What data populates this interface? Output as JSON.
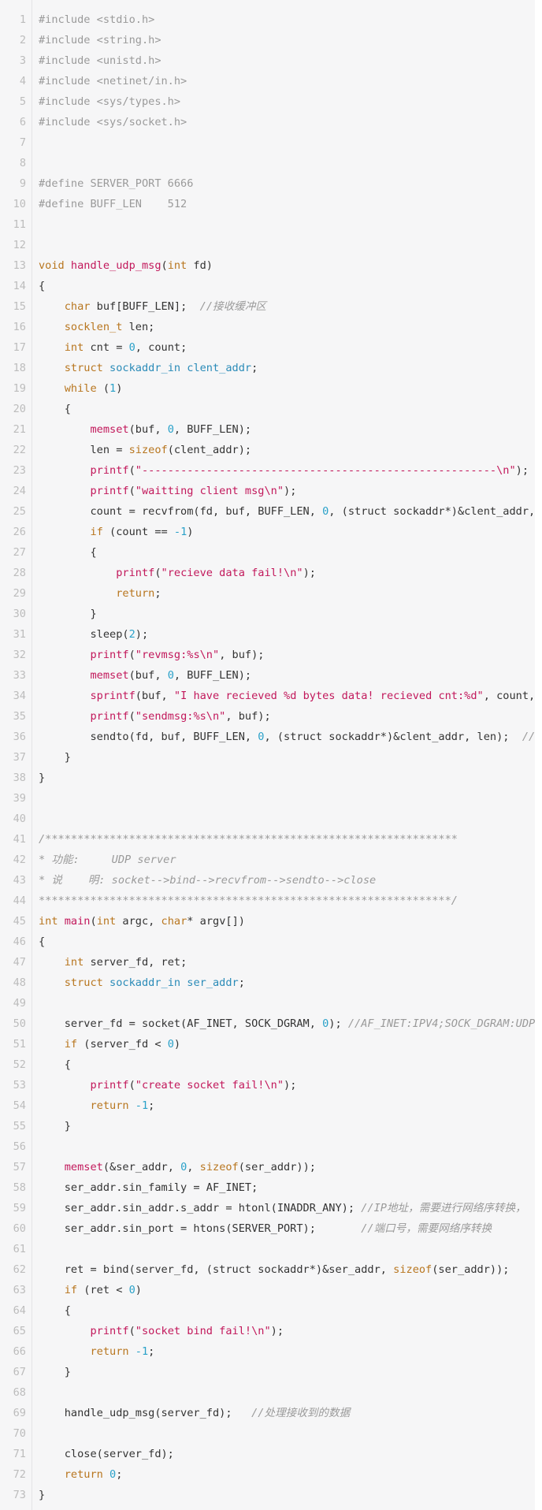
{
  "code_lines": [
    [
      [
        "pp",
        "#include <stdio.h>"
      ]
    ],
    [
      [
        "pp",
        "#include <string.h>"
      ]
    ],
    [
      [
        "pp",
        "#include <unistd.h>"
      ]
    ],
    [
      [
        "pp",
        "#include <netinet/in.h>"
      ]
    ],
    [
      [
        "pp",
        "#include <sys/types.h>"
      ]
    ],
    [
      [
        "pp",
        "#include <sys/socket.h>"
      ]
    ],
    [],
    [],
    [
      [
        "pp",
        "#define SERVER_PORT 6666"
      ]
    ],
    [
      [
        "pp",
        "#define BUFF_LEN    512"
      ]
    ],
    [],
    [],
    [
      [
        "kw",
        "void "
      ],
      [
        "fn",
        "handle_udp_msg"
      ],
      [
        "pl",
        "("
      ],
      [
        "kw",
        "int"
      ],
      [
        "pl",
        " fd)"
      ]
    ],
    [
      [
        "pl",
        "{"
      ]
    ],
    [
      [
        "pl",
        "    "
      ],
      [
        "kw",
        "char"
      ],
      [
        "pl",
        " buf[BUFF_LEN];  "
      ],
      [
        "cm",
        "//接收缓冲区"
      ]
    ],
    [
      [
        "pl",
        "    "
      ],
      [
        "kw",
        "socklen_t"
      ],
      [
        "pl",
        " len;"
      ]
    ],
    [
      [
        "pl",
        "    "
      ],
      [
        "kw",
        "int"
      ],
      [
        "pl",
        " cnt = "
      ],
      [
        "num",
        "0"
      ],
      [
        "pl",
        ", count;"
      ]
    ],
    [
      [
        "pl",
        "    "
      ],
      [
        "kw",
        "struct "
      ],
      [
        "type",
        "sockaddr_in clent_addr"
      ],
      [
        "pl",
        ";"
      ]
    ],
    [
      [
        "pl",
        "    "
      ],
      [
        "kw",
        "while"
      ],
      [
        "pl",
        " ("
      ],
      [
        "num",
        "1"
      ],
      [
        "pl",
        ")"
      ]
    ],
    [
      [
        "pl",
        "    {"
      ]
    ],
    [
      [
        "pl",
        "        "
      ],
      [
        "fn",
        "memset"
      ],
      [
        "pl",
        "(buf, "
      ],
      [
        "num",
        "0"
      ],
      [
        "pl",
        ", BUFF_LEN);"
      ]
    ],
    [
      [
        "pl",
        "        len = "
      ],
      [
        "kw",
        "sizeof"
      ],
      [
        "pl",
        "(clent_addr);"
      ]
    ],
    [
      [
        "pl",
        "        "
      ],
      [
        "fn",
        "printf"
      ],
      [
        "pl",
        "("
      ],
      [
        "str",
        "\"-------------------------------------------------------\\n\""
      ],
      [
        "pl",
        ");"
      ]
    ],
    [
      [
        "pl",
        "        "
      ],
      [
        "fn",
        "printf"
      ],
      [
        "pl",
        "("
      ],
      [
        "str",
        "\"waitting client msg\\n\""
      ],
      [
        "pl",
        ");"
      ]
    ],
    [
      [
        "pl",
        "        count = recvfrom(fd, buf, BUFF_LEN, "
      ],
      [
        "num",
        "0"
      ],
      [
        "pl",
        ", (struct sockaddr*)&clent_addr, &len);"
      ]
    ],
    [
      [
        "pl",
        "        "
      ],
      [
        "kw",
        "if"
      ],
      [
        "pl",
        " (count == "
      ],
      [
        "num",
        "-1"
      ],
      [
        "pl",
        ")"
      ]
    ],
    [
      [
        "pl",
        "        {"
      ]
    ],
    [
      [
        "pl",
        "            "
      ],
      [
        "fn",
        "printf"
      ],
      [
        "pl",
        "("
      ],
      [
        "str",
        "\"recieve data fail!\\n\""
      ],
      [
        "pl",
        ");"
      ]
    ],
    [
      [
        "pl",
        "            "
      ],
      [
        "kw",
        "return"
      ],
      [
        "pl",
        ";"
      ]
    ],
    [
      [
        "pl",
        "        }"
      ]
    ],
    [
      [
        "pl",
        "        sleep("
      ],
      [
        "num",
        "2"
      ],
      [
        "pl",
        ");"
      ]
    ],
    [
      [
        "pl",
        "        "
      ],
      [
        "fn",
        "printf"
      ],
      [
        "pl",
        "("
      ],
      [
        "str",
        "\"revmsg:%s\\n\""
      ],
      [
        "pl",
        ", buf);"
      ]
    ],
    [
      [
        "pl",
        "        "
      ],
      [
        "fn",
        "memset"
      ],
      [
        "pl",
        "(buf, "
      ],
      [
        "num",
        "0"
      ],
      [
        "pl",
        ", BUFF_LEN);"
      ]
    ],
    [
      [
        "pl",
        "        "
      ],
      [
        "fn",
        "sprintf"
      ],
      [
        "pl",
        "(buf, "
      ],
      [
        "str",
        "\"I have recieved %d bytes data! recieved cnt:%d\""
      ],
      [
        "pl",
        ", count, ++cnt);"
      ]
    ],
    [
      [
        "pl",
        "        "
      ],
      [
        "fn",
        "printf"
      ],
      [
        "pl",
        "("
      ],
      [
        "str",
        "\"sendmsg:%s\\n\""
      ],
      [
        "pl",
        ", buf);"
      ]
    ],
    [
      [
        "pl",
        "        sendto(fd, buf, BUFF_LEN, "
      ],
      [
        "num",
        "0"
      ],
      [
        "pl",
        ", (struct sockaddr*)&clent_addr, len);  "
      ],
      [
        "cm",
        "//"
      ]
    ],
    [
      [
        "pl",
        "    }"
      ]
    ],
    [
      [
        "pl",
        "}"
      ]
    ],
    [],
    [],
    [
      [
        "cm",
        "/****************************************************************"
      ]
    ],
    [
      [
        "cm",
        "* 功能:     UDP server"
      ]
    ],
    [
      [
        "cm",
        "* 说    明: socket-->bind-->recvfrom-->sendto-->close"
      ]
    ],
    [
      [
        "cm",
        "****************************************************************/"
      ]
    ],
    [
      [
        "kw",
        "int "
      ],
      [
        "fn",
        "main"
      ],
      [
        "pl",
        "("
      ],
      [
        "kw",
        "int"
      ],
      [
        "pl",
        " argc, "
      ],
      [
        "kw",
        "char"
      ],
      [
        "pl",
        "* argv[])"
      ]
    ],
    [
      [
        "pl",
        "{"
      ]
    ],
    [
      [
        "pl",
        "    "
      ],
      [
        "kw",
        "int"
      ],
      [
        "pl",
        " server_fd, ret;"
      ]
    ],
    [
      [
        "pl",
        "    "
      ],
      [
        "kw",
        "struct "
      ],
      [
        "type",
        "sockaddr_in ser_addr"
      ],
      [
        "pl",
        ";"
      ]
    ],
    [],
    [
      [
        "pl",
        "    server_fd = socket(AF_INET, SOCK_DGRAM, "
      ],
      [
        "num",
        "0"
      ],
      [
        "pl",
        "); "
      ],
      [
        "cm",
        "//AF_INET:IPV4;SOCK_DGRAM:UDP"
      ]
    ],
    [
      [
        "pl",
        "    "
      ],
      [
        "kw",
        "if"
      ],
      [
        "pl",
        " (server_fd < "
      ],
      [
        "num",
        "0"
      ],
      [
        "pl",
        ")"
      ]
    ],
    [
      [
        "pl",
        "    {"
      ]
    ],
    [
      [
        "pl",
        "        "
      ],
      [
        "fn",
        "printf"
      ],
      [
        "pl",
        "("
      ],
      [
        "str",
        "\"create socket fail!\\n\""
      ],
      [
        "pl",
        ");"
      ]
    ],
    [
      [
        "pl",
        "        "
      ],
      [
        "kw",
        "return"
      ],
      [
        "pl",
        " "
      ],
      [
        "num",
        "-1"
      ],
      [
        "pl",
        ";"
      ]
    ],
    [
      [
        "pl",
        "    }"
      ]
    ],
    [],
    [
      [
        "pl",
        "    "
      ],
      [
        "fn",
        "memset"
      ],
      [
        "pl",
        "(&ser_addr, "
      ],
      [
        "num",
        "0"
      ],
      [
        "pl",
        ", "
      ],
      [
        "kw",
        "sizeof"
      ],
      [
        "pl",
        "(ser_addr));"
      ]
    ],
    [
      [
        "pl",
        "    ser_addr.sin_family = AF_INET;"
      ]
    ],
    [
      [
        "pl",
        "    ser_addr.sin_addr.s_addr = htonl(INADDR_ANY); "
      ],
      [
        "cm",
        "//IP地址，需要进行网络序转换，"
      ]
    ],
    [
      [
        "pl",
        "    ser_addr.sin_port = htons(SERVER_PORT);       "
      ],
      [
        "cm",
        "//端口号，需要网络序转换"
      ]
    ],
    [],
    [
      [
        "pl",
        "    ret = bind(server_fd, (struct sockaddr*)&ser_addr, "
      ],
      [
        "kw",
        "sizeof"
      ],
      [
        "pl",
        "(ser_addr));"
      ]
    ],
    [
      [
        "pl",
        "    "
      ],
      [
        "kw",
        "if"
      ],
      [
        "pl",
        " (ret < "
      ],
      [
        "num",
        "0"
      ],
      [
        "pl",
        ")"
      ]
    ],
    [
      [
        "pl",
        "    {"
      ]
    ],
    [
      [
        "pl",
        "        "
      ],
      [
        "fn",
        "printf"
      ],
      [
        "pl",
        "("
      ],
      [
        "str",
        "\"socket bind fail!\\n\""
      ],
      [
        "pl",
        ");"
      ]
    ],
    [
      [
        "pl",
        "        "
      ],
      [
        "kw",
        "return"
      ],
      [
        "pl",
        " "
      ],
      [
        "num",
        "-1"
      ],
      [
        "pl",
        ";"
      ]
    ],
    [
      [
        "pl",
        "    }"
      ]
    ],
    [],
    [
      [
        "pl",
        "    handle_udp_msg(server_fd);   "
      ],
      [
        "cm",
        "//处理接收到的数据"
      ]
    ],
    [],
    [
      [
        "pl",
        "    close(server_fd);"
      ]
    ],
    [
      [
        "pl",
        "    "
      ],
      [
        "kw",
        "return"
      ],
      [
        "pl",
        " "
      ],
      [
        "num",
        "0"
      ],
      [
        "pl",
        ";"
      ]
    ],
    [
      [
        "pl",
        "}"
      ]
    ]
  ],
  "colors": {
    "background": "#f6f6f7",
    "line_number": "#bcbcbc",
    "keyword": "#b8761f",
    "function": "#c2185b",
    "string": "#c2185b",
    "number": "#2aa1c9",
    "type": "#2a8bb8",
    "comment": "#9a9a9a"
  }
}
